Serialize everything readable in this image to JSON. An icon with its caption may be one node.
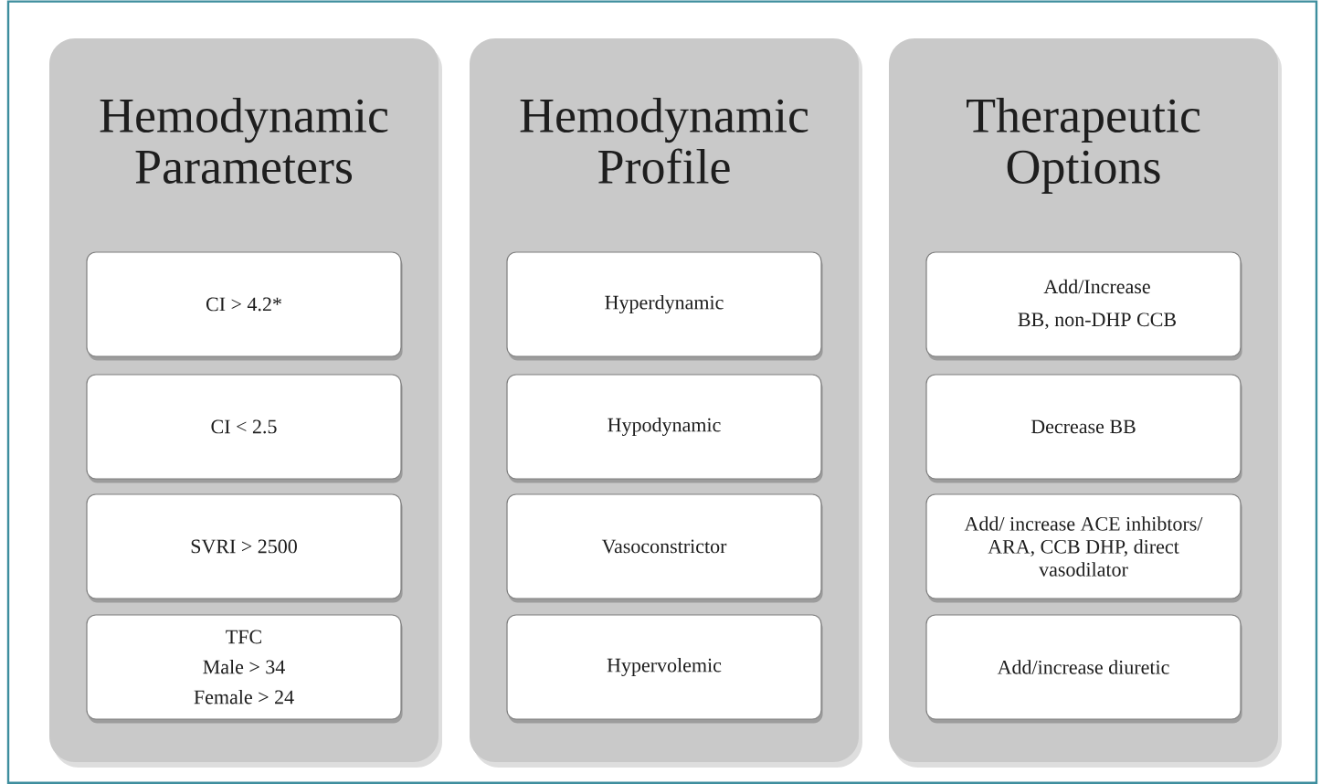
{
  "diagram": {
    "nodes": [
      {
        "text": [
          "Hemodynamic Parameters"
        ]
      },
      {
        "text": [
          "CI > 4.2*"
        ],
        "in": 0
      },
      {
        "text": [
          "CI < 2.5"
        ],
        "in": 0
      },
      {
        "text": [
          "SVRI > 2500"
        ],
        "in": 0
      },
      {
        "text": [
          "TFC",
          "Male > 34",
          "Female > 24"
        ],
        "in": 0
      },
      {
        "text": [
          "Hemodynamic Profile"
        ]
      },
      {
        "text": [
          "Hyperdynamic"
        ],
        "in": 5
      },
      {
        "text": [
          "Hypodynamic"
        ],
        "in": 5
      },
      {
        "text": [
          "Vasoconstrictor"
        ],
        "in": 5
      },
      {
        "text": [
          "Hypervolemic"
        ],
        "in": 5
      },
      {
        "text": [
          "Therapeutic Options"
        ]
      },
      {
        "text": [
          "Add/Increase BB, non-DHP CCB"
        ],
        "in": 10
      },
      {
        "text": [
          "Decrease BB"
        ],
        "in": 10
      },
      {
        "text": [
          "Add/ increase ACE inhibtors/ ARA, CCB DHP, direct vasodilator"
        ],
        "in": 10
      },
      {
        "text": [
          "Add/increase diuretic"
        ],
        "in": 10
      }
    ]
  }
}
